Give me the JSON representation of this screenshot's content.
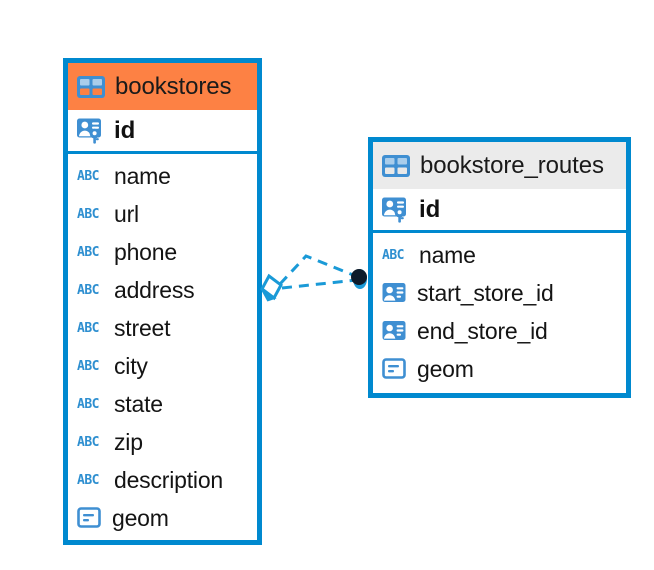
{
  "diagram": {
    "type": "entity-relationship-diagram",
    "background_color": "#ffffff",
    "accent_color": "#0089cf",
    "entities": [
      {
        "name": "bookstores",
        "header_color": "#fd8144",
        "border_color": "#0089cf",
        "header_icon": "table-icon",
        "primary_key": {
          "label": "id",
          "icon": "primary-key-icon"
        },
        "fields": [
          {
            "label": "name",
            "icon": "abc-icon",
            "icon_text": "ABC"
          },
          {
            "label": "url",
            "icon": "abc-icon",
            "icon_text": "ABC"
          },
          {
            "label": "phone",
            "icon": "abc-icon",
            "icon_text": "ABC"
          },
          {
            "label": "address",
            "icon": "abc-icon",
            "icon_text": "ABC"
          },
          {
            "label": "street",
            "icon": "abc-icon",
            "icon_text": "ABC"
          },
          {
            "label": "city",
            "icon": "abc-icon",
            "icon_text": "ABC"
          },
          {
            "label": "state",
            "icon": "abc-icon",
            "icon_text": "ABC"
          },
          {
            "label": "zip",
            "icon": "abc-icon",
            "icon_text": "ABC"
          },
          {
            "label": "description",
            "icon": "abc-icon",
            "icon_text": "ABC"
          },
          {
            "label": "geom",
            "icon": "geometry-icon"
          }
        ]
      },
      {
        "name": "bookstore_routes",
        "header_color": "#ebebeb",
        "border_color": "#0089cf",
        "header_icon": "table-icon",
        "primary_key": {
          "label": "id",
          "icon": "primary-key-icon"
        },
        "fields": [
          {
            "label": "name",
            "icon": "abc-icon",
            "icon_text": "ABC"
          },
          {
            "label": "start_store_id",
            "icon": "foreign-key-icon"
          },
          {
            "label": "end_store_id",
            "icon": "foreign-key-icon"
          },
          {
            "label": "geom",
            "icon": "geometry-icon"
          }
        ]
      }
    ],
    "relationship": {
      "name": "bookstores-to-bookstore-routes",
      "line_style": "dashed",
      "line_color": "#1a9ad7",
      "source_endpoint": "diamond-outline",
      "target_endpoint": "filled-circle",
      "target_endpoint_color": "#0d1b2a"
    }
  }
}
